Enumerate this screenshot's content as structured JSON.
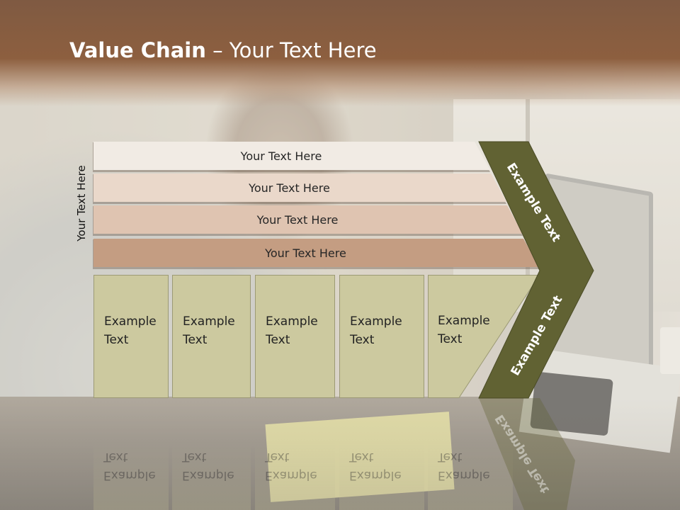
{
  "slide": {
    "title_main": "Value Chain",
    "title_rest": " – Your Text Here",
    "side_label": "Your Text Here"
  },
  "bars": [
    {
      "label": "Your Text Here",
      "color": "#f1ebe4"
    },
    {
      "label": "Your Text Here",
      "color": "#ead8ca"
    },
    {
      "label": "Your Text Here",
      "color": "#dfc4b1"
    },
    {
      "label": "Your Text Here",
      "color": "#c49d82"
    }
  ],
  "boxes": [
    {
      "line1": "Example",
      "line2": "Text"
    },
    {
      "line1": "Example",
      "line2": "Text"
    },
    {
      "line1": "Example",
      "line2": "Text"
    },
    {
      "line1": "Example",
      "line2": "Text"
    },
    {
      "line1": "Example",
      "line2": "Text"
    }
  ],
  "chevron": {
    "top_label": "Example Text",
    "bottom_label": "Example Text",
    "color": "#616233",
    "box_color": "#ccc99f"
  },
  "header_color": "#8d5f3f"
}
